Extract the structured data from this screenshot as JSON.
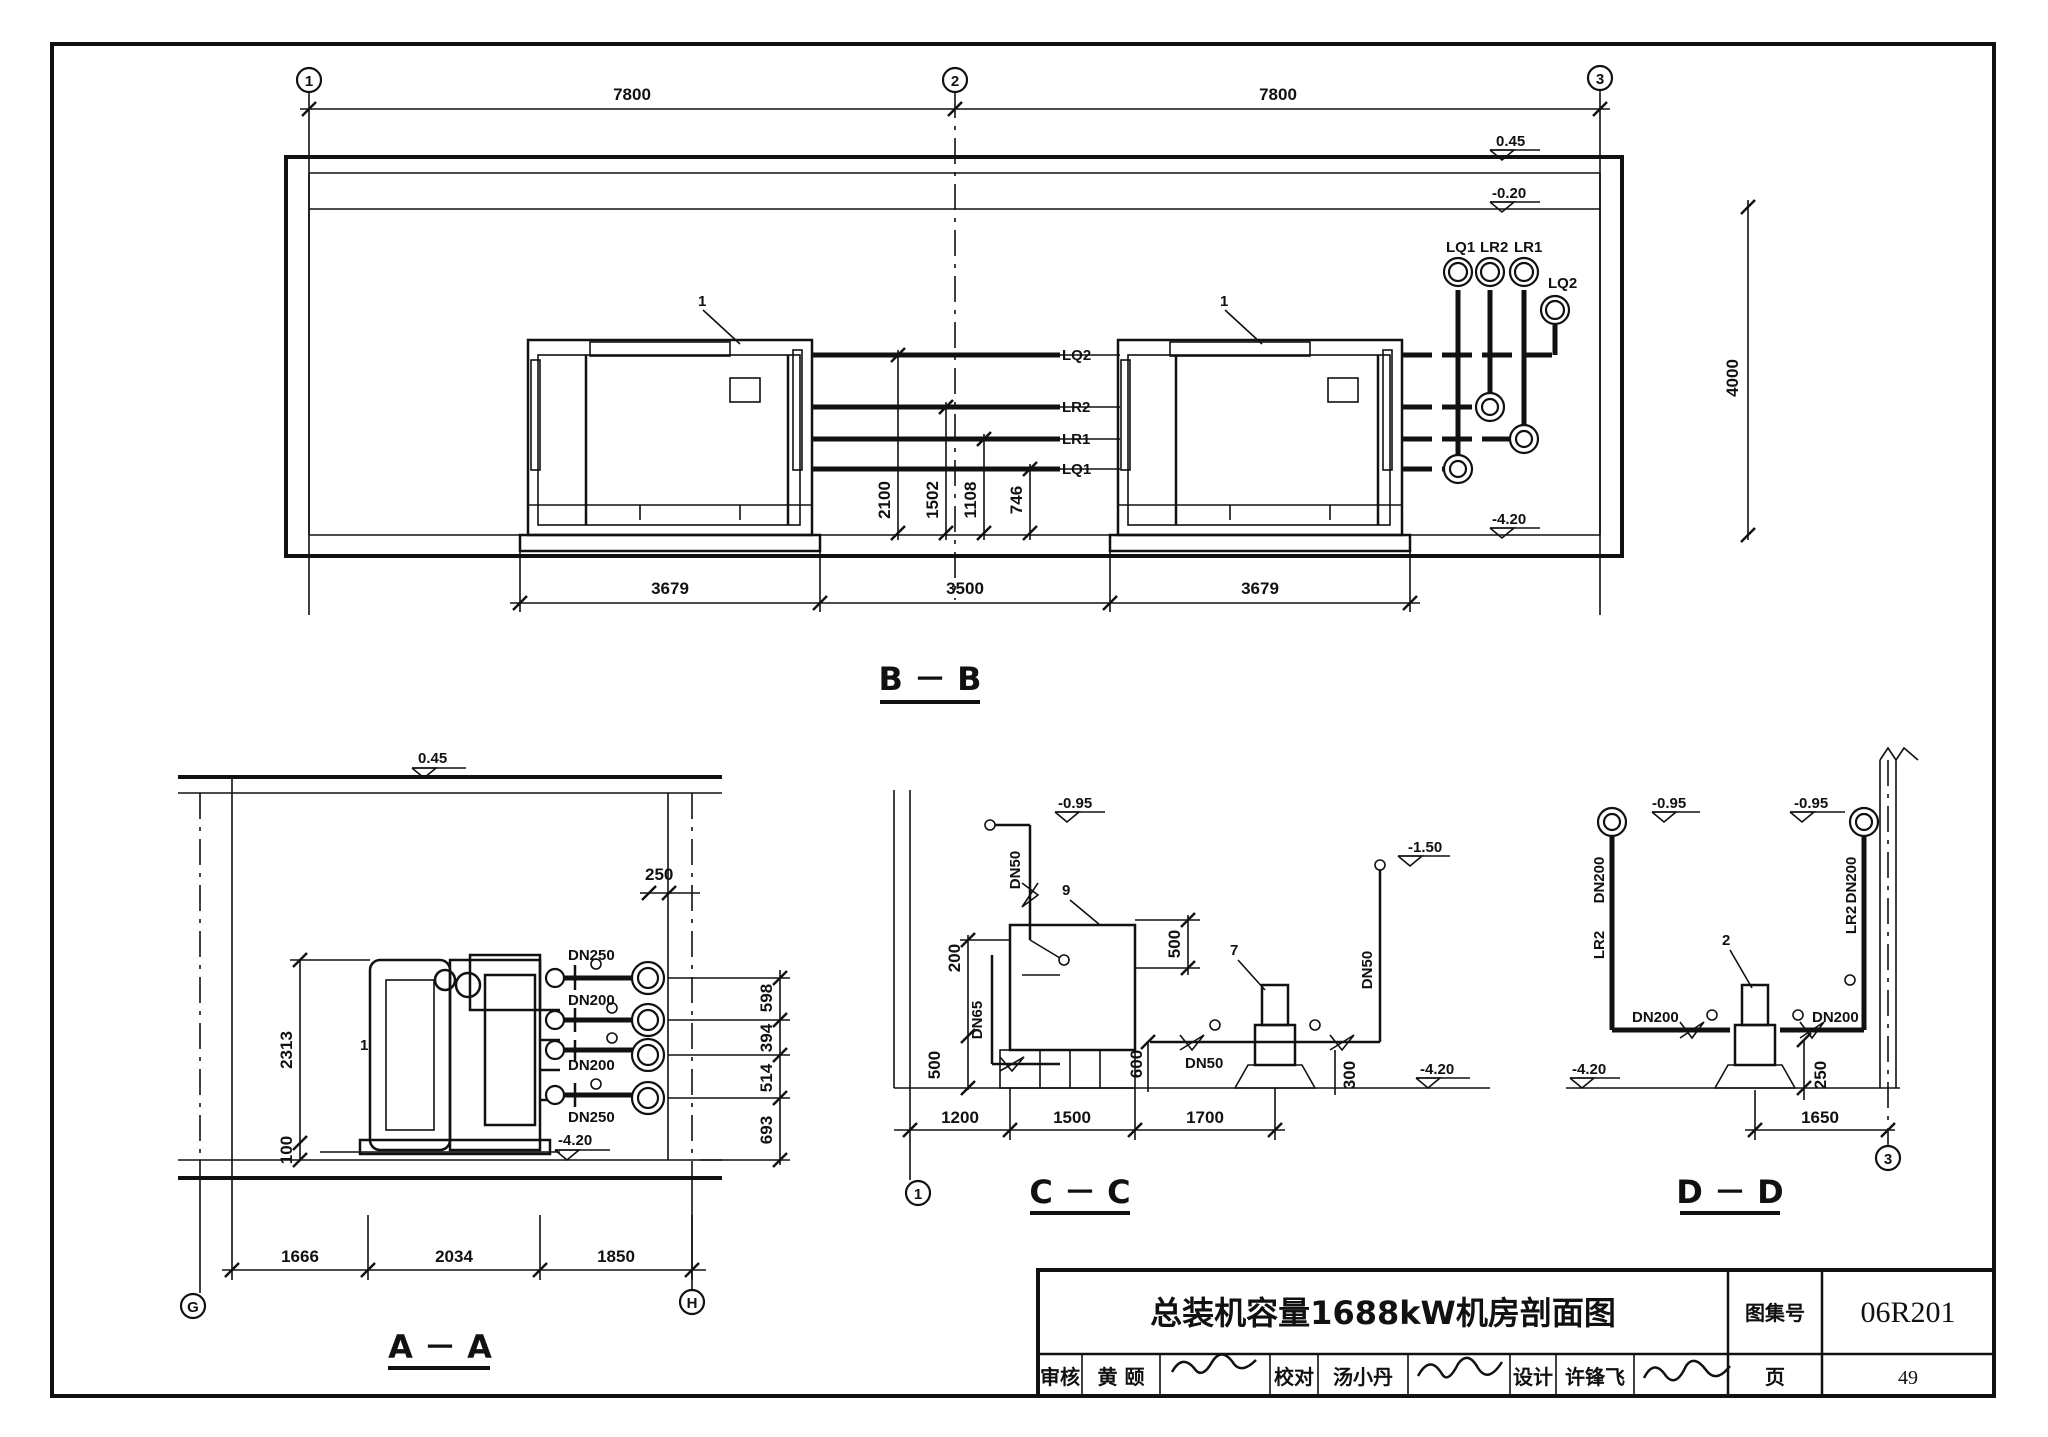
{
  "drawing": {
    "title": "总装机容量1688kW机房剖面图",
    "atlas_label": "图集号",
    "atlas_no": "06R201",
    "page_label": "页",
    "page_no": "49",
    "review_label": "审核",
    "reviewer": "黄 颐",
    "check_label": "校对",
    "checker": "汤小丹",
    "design_label": "设计",
    "designer": "许锋飞"
  },
  "section_bb": {
    "title": "B － B",
    "axes": [
      "1",
      "2",
      "3"
    ],
    "span_dims": [
      "7800",
      "7800"
    ],
    "elev_top": "0.45",
    "elev_ceiling": "-0.20",
    "elev_floor": "-4.20",
    "height_dim": "4000",
    "base_dims": [
      "3679",
      "3500",
      "3679"
    ],
    "pipe_heights": [
      "2100",
      "1502",
      "1108",
      "746"
    ],
    "pipe_labels": [
      "LQ2",
      "LR2",
      "LR1",
      "LQ1"
    ],
    "riser_labels": [
      "LQ1",
      "LR2",
      "LR1",
      "LQ2"
    ],
    "unit_tag": "1"
  },
  "section_aa": {
    "title": "A － A",
    "axes": [
      "G",
      "H"
    ],
    "elev_top": "0.45",
    "elev_floor": "-4.20",
    "dims_bottom": [
      "1666",
      "2034",
      "1850"
    ],
    "dim_height": "2313",
    "dim_base": "100",
    "dim_wall": "250",
    "pipe_dims": [
      "598",
      "394",
      "514",
      "693"
    ],
    "pipe_sizes": [
      "DN250",
      "DN200",
      "DN200",
      "DN250"
    ],
    "unit_tag": "1"
  },
  "section_cc": {
    "title": "C － C",
    "axis": "1",
    "elev_1": "-0.95",
    "elev_2": "-1.50",
    "elev_floor": "-4.20",
    "dims_bottom": [
      "1200",
      "1500",
      "1700"
    ],
    "tank_tag": "9",
    "pump_tag": "7",
    "dims": [
      "500",
      "200",
      "500",
      "600",
      "300"
    ],
    "sizes": [
      "DN50",
      "DN65",
      "DN50",
      "DN50"
    ]
  },
  "section_dd": {
    "title": "D － D",
    "axis": "3",
    "elev_1": "-0.95",
    "elev_2": "-0.95",
    "elev_floor": "-4.20",
    "dim_bottom": "1650",
    "dim_base": "250",
    "pump_tag": "2",
    "sizes": [
      "DN200",
      "DN200",
      "DN200",
      "DN200"
    ],
    "pipes": [
      "LR2",
      "LR2"
    ]
  }
}
